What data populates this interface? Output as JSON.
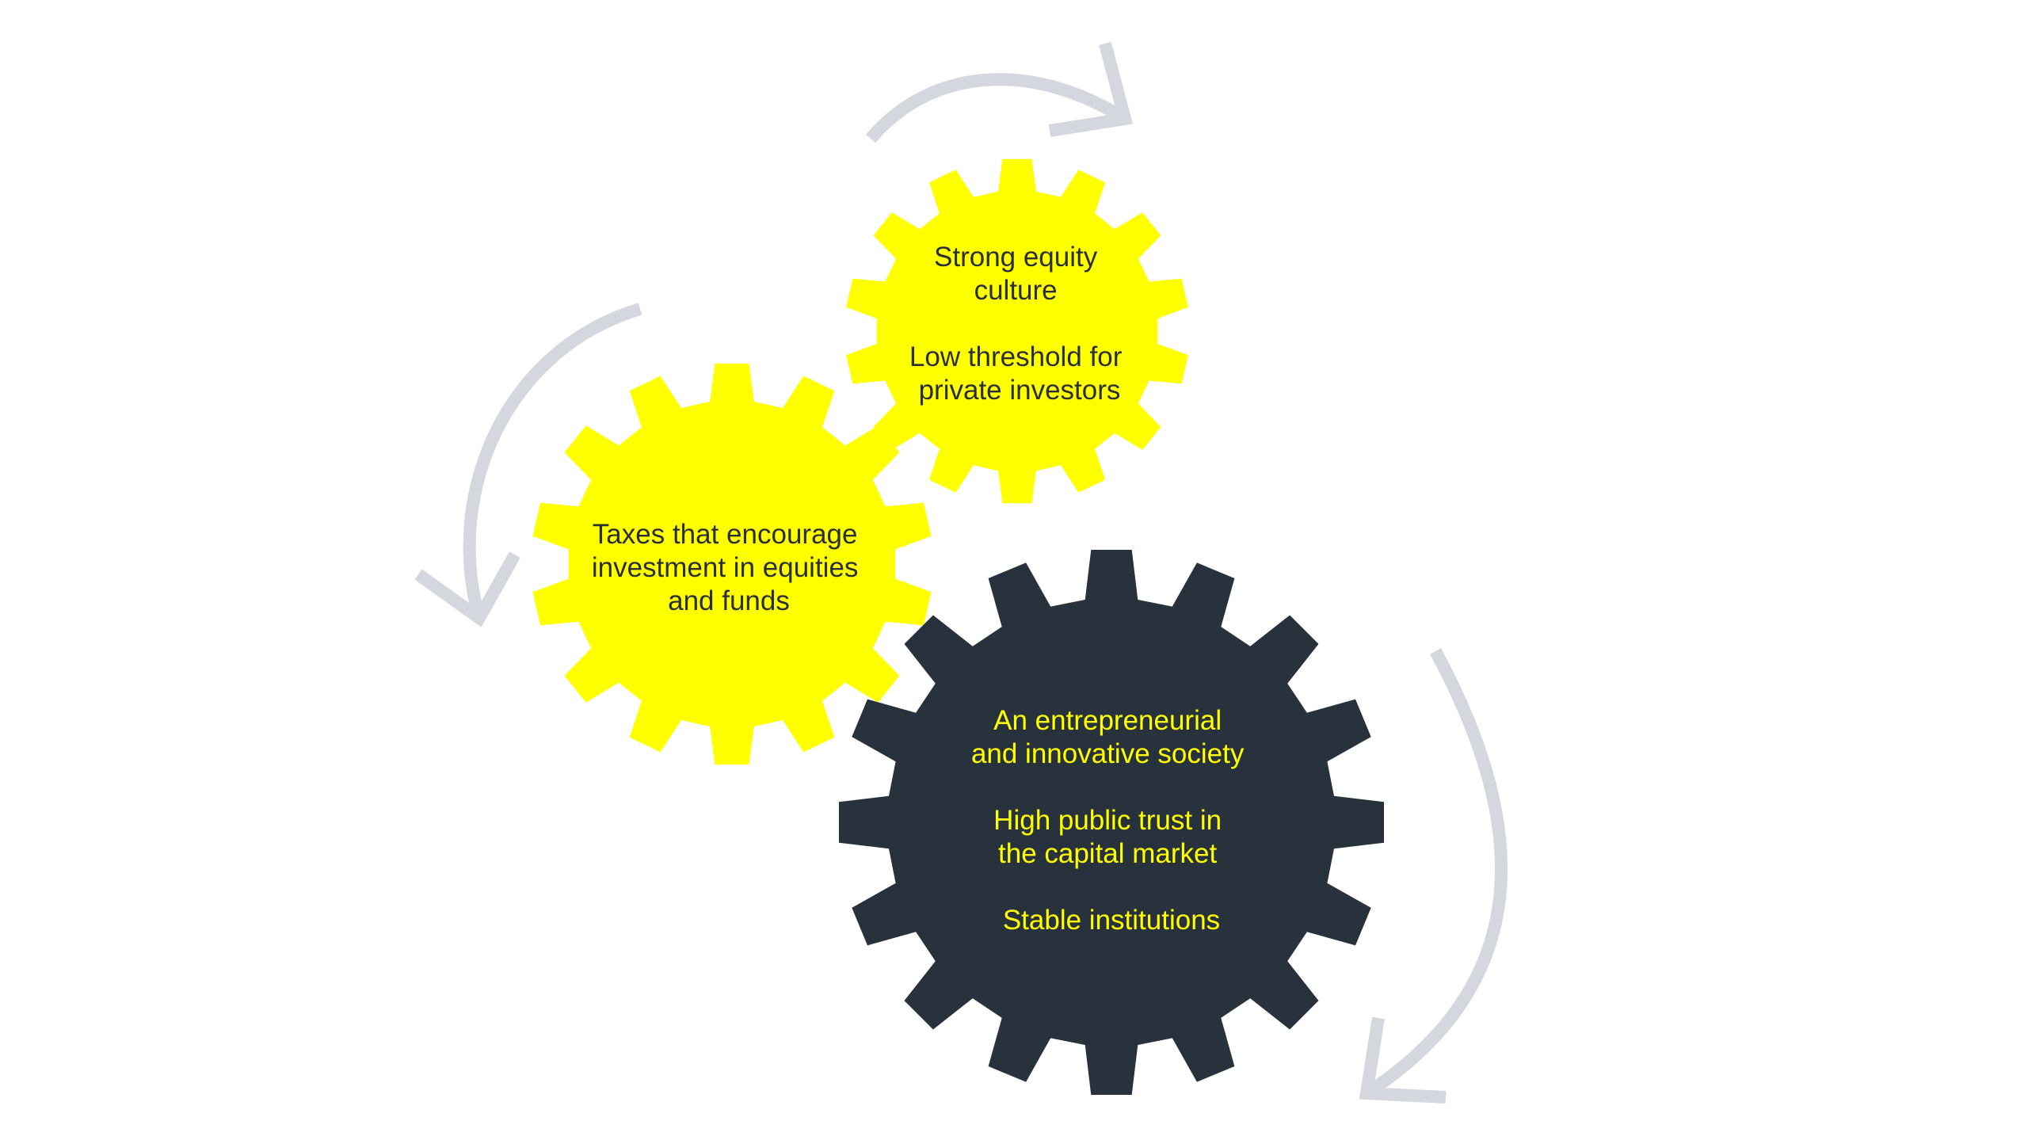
{
  "colors": {
    "background": "#ffffff",
    "yellow_gear": "#ffff00",
    "dark_gear": "#28323c",
    "arrow": "#d4d7de",
    "text_on_yellow": "#2a2f36",
    "text_on_dark": "#ffff00"
  },
  "gears": {
    "top": {
      "lines": [
        "Strong equity",
        "culture",
        "",
        "Low threshold for",
        "private investors"
      ]
    },
    "left": {
      "lines": [
        "Taxes that encourage",
        "investment in equities",
        "and funds"
      ]
    },
    "bottom": {
      "lines": [
        "An entrepreneurial",
        "and innovative society",
        "",
        "High public trust in",
        "the capital market",
        "",
        "Stable institutions"
      ]
    }
  }
}
